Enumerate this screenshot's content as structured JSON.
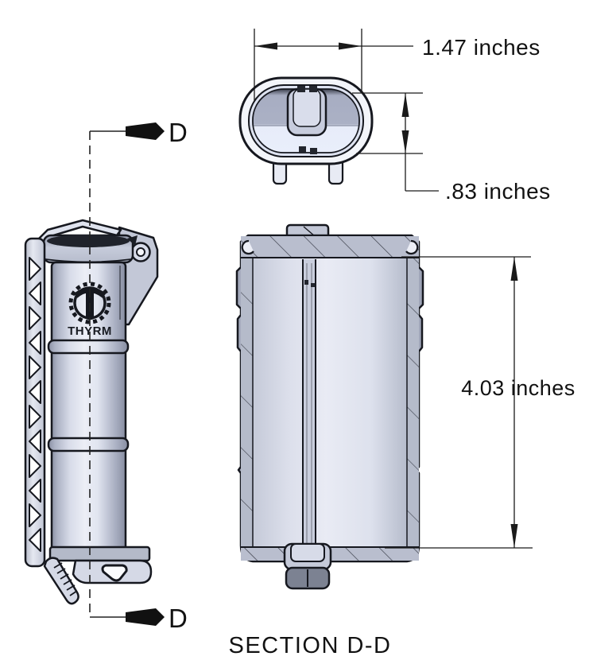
{
  "labels": {
    "section_title": "SECTION D-D",
    "section_marker_top": "D",
    "section_marker_bottom": "D",
    "brand_logo_text": "THYRM"
  },
  "dimensions": {
    "width": "1.47 inches",
    "depth": ".83 inches",
    "height": "4.03 inches"
  },
  "colors": {
    "background": "#ffffff",
    "line": "#16181f",
    "body_highlight": "#eceef6",
    "body_mid": "#ccd1e0",
    "body_shadow": "#878da1",
    "hatch_fill": "#b7bccb",
    "cap_dark_top": "#20232b",
    "plug_dark": "#7c8292"
  }
}
